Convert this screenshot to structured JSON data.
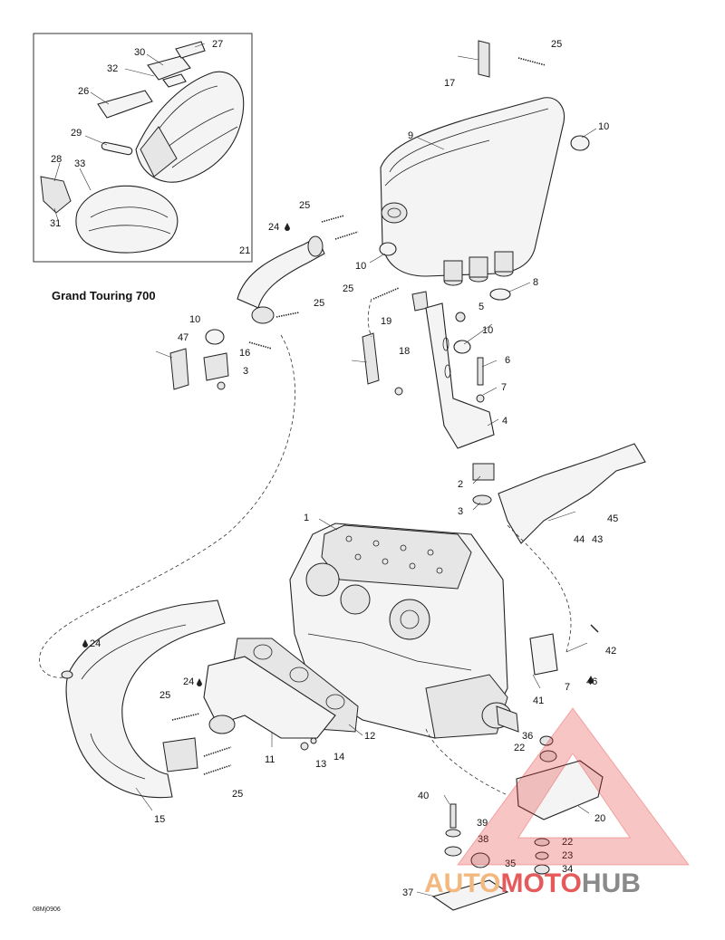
{
  "diagram": {
    "heading": "Grand Touring 700",
    "code": "08Mj0906",
    "watermark": {
      "part1": "AUTO",
      "part2": "MOTO",
      "part3": "HUB",
      "colors": {
        "auto": "#f2b880",
        "moto": "#e55a5a",
        "hub": "#8a8a8a",
        "triangle": "#e53030"
      }
    },
    "callouts": {
      "c1": "1",
      "c2": "2",
      "c3a": "3",
      "c3b": "3",
      "c4": "4",
      "c5": "5",
      "c6": "6",
      "c7a": "7",
      "c7b": "7",
      "c8": "8",
      "c9": "9",
      "c10a": "10",
      "c10b": "10",
      "c10c": "10",
      "c10d": "10",
      "c11": "11",
      "c12": "12",
      "c13": "13",
      "c14": "14",
      "c15": "15",
      "c16": "16",
      "c17": "17",
      "c18": "18",
      "c19": "19",
      "c20": "20",
      "c21": "21",
      "c22a": "22",
      "c22b": "22",
      "c23": "23",
      "c24a": "24",
      "c24b": "24",
      "c24c": "24",
      "c25a": "25",
      "c25b": "25",
      "c25c": "25",
      "c25d": "25",
      "c25e": "25",
      "c25f": "25",
      "c26": "26",
      "c27": "27",
      "c28": "28",
      "c29": "29",
      "c30": "30",
      "c31": "31",
      "c32": "32",
      "c33": "33",
      "c34": "34",
      "c35": "35",
      "c36": "36",
      "c37": "37",
      "c38": "38",
      "c39": "39",
      "c40": "40",
      "c41": "41",
      "c42": "42",
      "c43": "43",
      "c44": "44",
      "c45": "45",
      "c46": "46",
      "c47": "47"
    }
  }
}
